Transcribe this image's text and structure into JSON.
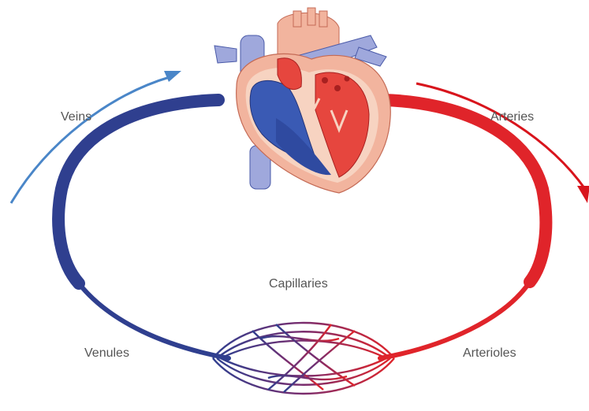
{
  "labels": {
    "veins": "Veins",
    "arteries": "Arteries",
    "capillaries": "Capillaries",
    "venules": "Venules",
    "arterioles": "Arterioles"
  },
  "colors": {
    "vein_blue": "#2f3f8f",
    "artery_red": "#e0242a",
    "vein_arrow": "#4a86c8",
    "artery_arrow": "#d8141c",
    "heart_outer": "#f2b49e",
    "heart_wall": "#f7d3c1",
    "vena_cava": "#9fa8dc",
    "label_text": "#555555"
  },
  "icons": {
    "heart": "heart-cross-section-icon"
  }
}
